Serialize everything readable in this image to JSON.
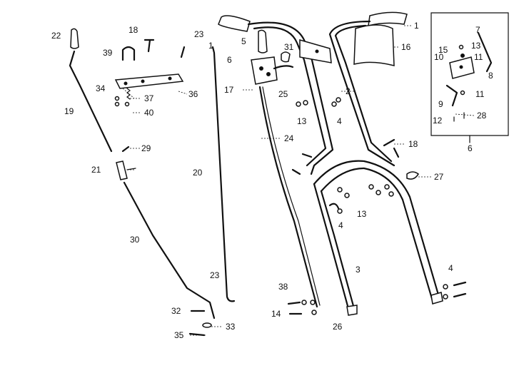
{
  "labels": {
    "p1": "1",
    "p2": "2",
    "p3": "3",
    "p4a": "4",
    "p4b": "4",
    "p4c": "4",
    "p5": "5",
    "p6a": "6",
    "p6b": "6",
    "p7": "7",
    "p8": "8",
    "p9": "9",
    "p10": "10",
    "p11a": "11",
    "p11b": "11",
    "p12": "12",
    "p13a": "13",
    "p13b": "13",
    "p13c": "13",
    "p14": "14",
    "p15": "15",
    "p16": "16",
    "p17": "17",
    "p18a": "18",
    "p18b": "18",
    "p19": "19",
    "p20": "20",
    "p21": "21",
    "p22": "22",
    "p23a": "23",
    "p23b": "23",
    "p24": "24",
    "p25": "25",
    "p26": "26",
    "p27": "27",
    "p28": "28",
    "p29": "29",
    "p30": "30",
    "p31": "31",
    "p32": "32",
    "p33": "33",
    "p34": "34",
    "p35": "35",
    "p36": "36",
    "p37": "37",
    "p38": "38",
    "p39": "39",
    "p40": "40"
  }
}
